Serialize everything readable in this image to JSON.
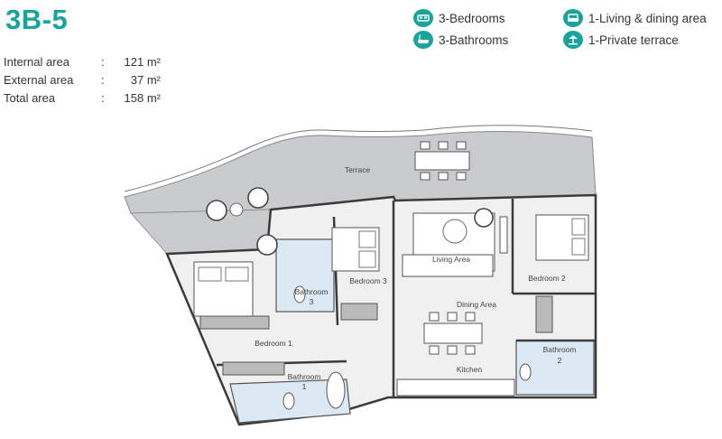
{
  "unit": {
    "title": "3B-5",
    "areas": [
      {
        "label": "Internal area",
        "sep": ":",
        "value": "121 m²"
      },
      {
        "label": "External area",
        "sep": ":",
        "value": "37 m²"
      },
      {
        "label": "Total area",
        "sep": ":",
        "value": "158 m²"
      }
    ]
  },
  "legend": [
    {
      "icon": "bed-icon",
      "label": "3-Bedrooms"
    },
    {
      "icon": "bathtub-icon",
      "label": "3-Bathrooms"
    },
    {
      "icon": "sofa-icon",
      "label": "1-Living & dining area"
    },
    {
      "icon": "terrace-icon",
      "label": "1-Private terrace"
    }
  ],
  "rooms": {
    "terrace": "Terrace",
    "living": "Living Area",
    "dining": "Dining Area",
    "kitchen": "Kitchen",
    "bedroom1": "Bedroom 1",
    "bedroom2": "Bedroom 2",
    "bedroom3": "Bedroom 3",
    "bath1_a": "Bathroom",
    "bath1_b": "1",
    "bath2_a": "Bathroom",
    "bath2_b": "2",
    "bath3_a": "Bathroom",
    "bath3_b": "3"
  },
  "colors": {
    "accent": "#1aa39a",
    "terrace_floor": "#c9cbcd",
    "interior_floor": "#f0f0f0",
    "bath_floor": "#dbe9f5",
    "wall": "#3b3b3b"
  }
}
